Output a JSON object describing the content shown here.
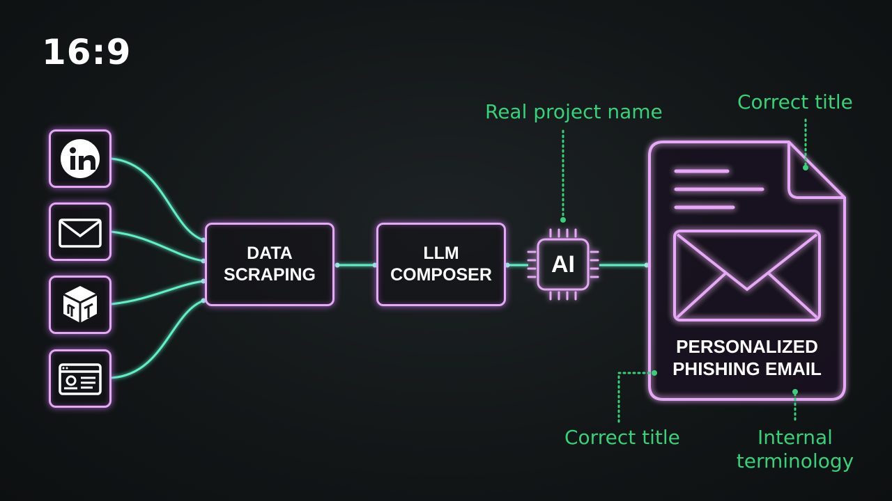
{
  "aspect_ratio_label": "16:9",
  "sources": [
    {
      "icon": "linkedin-icon"
    },
    {
      "icon": "envelope-icon"
    },
    {
      "icon": "cube-logo-icon"
    },
    {
      "icon": "web-page-icon"
    }
  ],
  "pipeline": {
    "data_scraping": [
      "DATA",
      "SCRAPING"
    ],
    "llm_composer": [
      "LLM",
      "COMPOSER"
    ],
    "ai_chip": "AI"
  },
  "document": {
    "title_lines": [
      "PERSONALIZED",
      "PHISHING EMAIL"
    ]
  },
  "annotations": {
    "real_project_name": "Real project name",
    "correct_title_top": "Correct title",
    "correct_title_bottom": "Correct title",
    "internal_terminology": [
      "Internal",
      "terminology"
    ]
  },
  "colors": {
    "neon_purple": "#e6a9f5",
    "neon_teal": "#5ff0c8",
    "label_green": "#35d27a"
  }
}
